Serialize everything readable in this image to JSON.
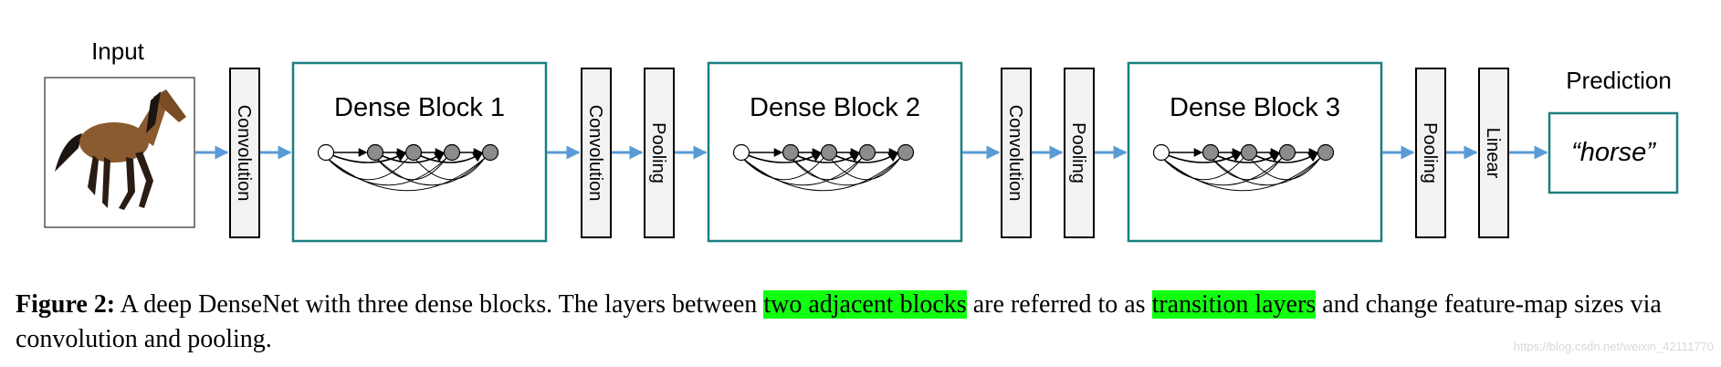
{
  "figure": {
    "input_label": "Input",
    "input_image": "horse-photo",
    "prediction_label": "Prediction",
    "prediction_value": "“horse”",
    "layers": {
      "conv1": "Convolution",
      "conv2": "Convolution",
      "pool2": "Pooling",
      "conv3": "Convolution",
      "pool3": "Pooling",
      "pool_final": "Pooling",
      "linear": "Linear"
    },
    "blocks": [
      {
        "title": "Dense Block 1",
        "nodes": 5
      },
      {
        "title": "Dense Block 2",
        "nodes": 5
      },
      {
        "title": "Dense Block 3",
        "nodes": 5
      }
    ],
    "colors": {
      "block_border": "#1a7f80",
      "arrow": "#5b9bd5",
      "layer_fill": "#f2f2f2",
      "node_input_fill": "#ffffff",
      "node_fill": "#8c8c8c",
      "highlight": "#11ff11"
    }
  },
  "caption": {
    "label": "Figure 2:",
    "text_before": "A deep DenseNet with three dense blocks. The layers between",
    "highlight1": "two adjacent blocks",
    "text_middle": "are referred to as",
    "highlight2": "transition layers",
    "text_after": "and change feature-map sizes via convolution and pooling."
  },
  "watermark": "https://blog.csdn.net/weixin_42111770"
}
